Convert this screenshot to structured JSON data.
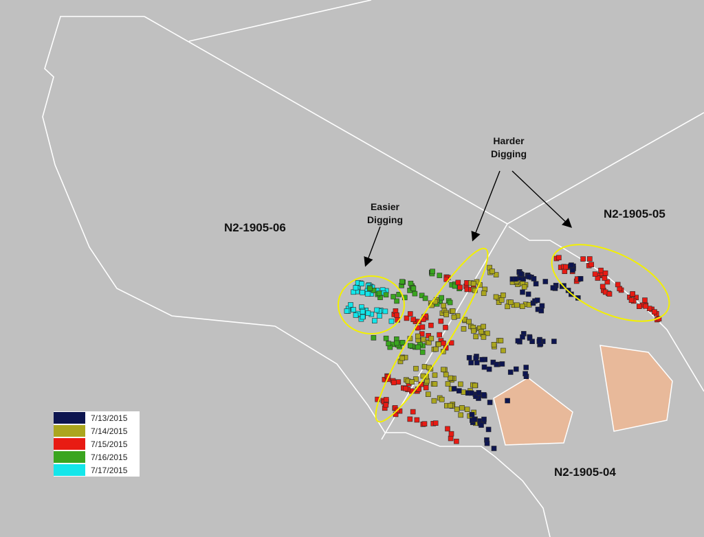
{
  "map": {
    "areas": [
      {
        "id": "n2-1905-06",
        "label": "N2-1905-06"
      },
      {
        "id": "n2-1905-05",
        "label": "N2-1905-05"
      },
      {
        "id": "n2-1905-04",
        "label": "N2-1905-04"
      }
    ],
    "annotations": {
      "easier": "Easier\nDigging",
      "harder": "Harder\nDigging"
    },
    "colors": {
      "background": "#c0c0c0",
      "boundary": "#ffffff",
      "restricted_zone": "#e8b99a",
      "highlight_ellipse": "#f3f000"
    },
    "legend": [
      {
        "date": "7/13/2015",
        "color": "#0d1550"
      },
      {
        "date": "7/14/2015",
        "color": "#aba61e"
      },
      {
        "date": "7/15/2015",
        "color": "#e81b13"
      },
      {
        "date": "7/16/2015",
        "color": "#3aa51f"
      },
      {
        "date": "7/17/2015",
        "color": "#14e6ea"
      }
    ]
  }
}
